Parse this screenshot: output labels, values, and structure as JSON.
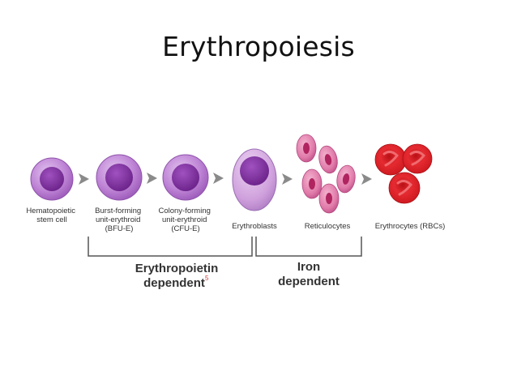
{
  "title": "Erythropoiesis",
  "stages": [
    {
      "lines": [
        "Hematopoietic",
        "stem cell"
      ],
      "icon": "hematopoietic-stem-cell-icon"
    },
    {
      "lines": [
        "Burst-forming",
        "unit-erythroid",
        "(BFU-E)"
      ],
      "icon": "bfu-e-cell-icon"
    },
    {
      "lines": [
        "Colony-forming",
        "unit-erythroid",
        "(CFU-E)"
      ],
      "icon": "cfu-e-cell-icon"
    },
    {
      "lines": [
        "Erythroblasts"
      ],
      "icon": "erythroblast-cell-icon"
    },
    {
      "lines": [
        "Reticulocytes"
      ],
      "icon": "reticulocytes-icon"
    },
    {
      "lines": [
        "Erythrocytes (RBCs)"
      ],
      "icon": "erythrocytes-icon"
    }
  ],
  "brackets": {
    "epo_line1": "Erythropoietin",
    "epo_line2": "dependent",
    "epo_sup": "5",
    "iron_line1": "Iron",
    "iron_line2": "dependent"
  },
  "colors": {
    "progenitor_outer": "#b77ad0",
    "progenitor_nucleus": "#7b2f9a",
    "erythroblast_outer": "#cc9ad9",
    "reticulocyte_outer": "#de78a8",
    "reticulocyte_nucleus": "#b0245f",
    "rbc": "#e2262e",
    "rbc_center": "#b81016",
    "arrow": "#8a8a8a",
    "bracket": "#555555"
  }
}
